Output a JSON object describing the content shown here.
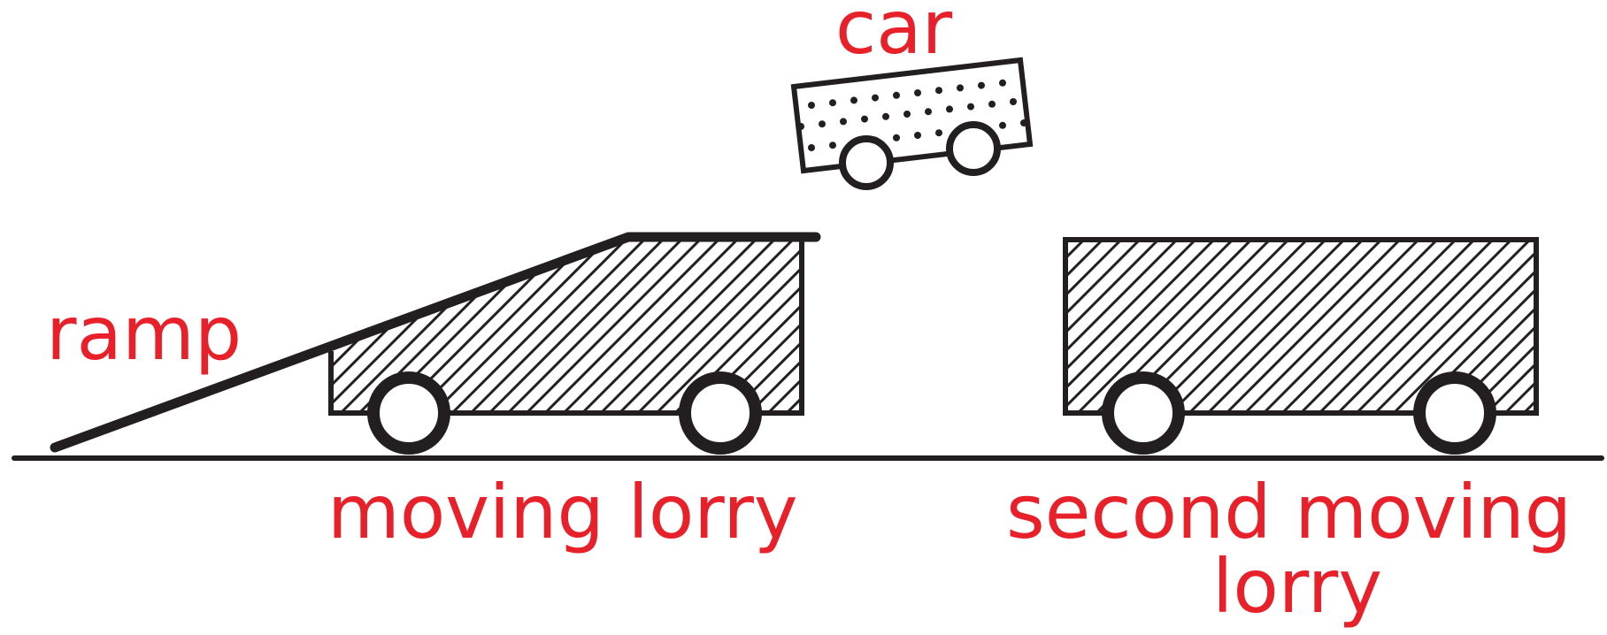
{
  "labels": {
    "car": "car",
    "ramp": "ramp",
    "moving_lorry": "moving lorry",
    "second_moving_lorry_line1": "second moving",
    "second_moving_lorry_line2": "lorry"
  },
  "colors": {
    "label": "#e8202a",
    "line": "#231f20",
    "background": "#ffffff"
  }
}
